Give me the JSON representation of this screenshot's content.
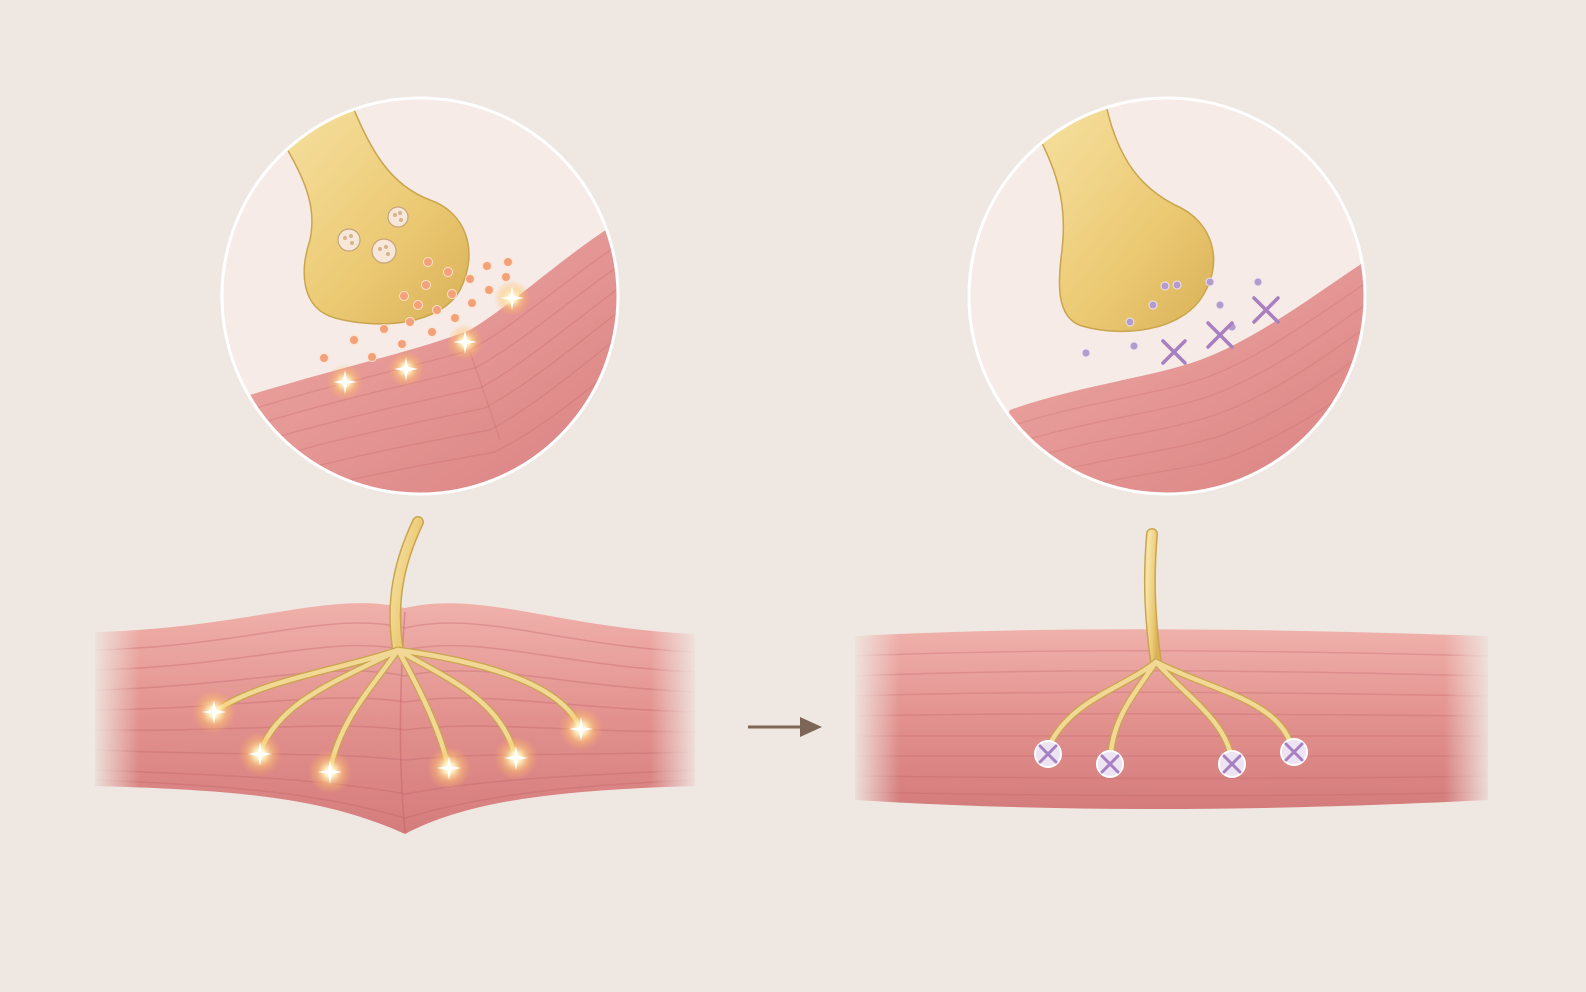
{
  "colors": {
    "background": "#efe8e2",
    "muscle": "#e59a96",
    "muscle_dark": "#c8686a",
    "muscle_light": "#f2b9b3",
    "nerve": "#efd48a",
    "nerve_dark": "#c9a54e",
    "inset_fill": "#f6ebe6",
    "inset_border": "#ffffff",
    "glow": "#ffd27a",
    "neurotransmitter_active": "#f3a178",
    "neurotransmitter_blocked": "#b39bcc",
    "block_mark": "#a87fc0",
    "arrow": "#7b6657"
  },
  "panels": [
    {
      "state": "active",
      "muscle_shape": "contracted",
      "terminal_count": 6,
      "terminal_icon": "spark-icon",
      "inset": {
        "vesicles": 3,
        "neurotransmitters": "abundant",
        "receptor_icon": "spark-icon"
      }
    },
    {
      "state": "blocked",
      "muscle_shape": "relaxed",
      "terminal_count": 4,
      "terminal_icon": "x-mark-icon",
      "inset": {
        "vesicles": 0,
        "neurotransmitters": "sparse",
        "receptor_icon": "x-mark-icon"
      }
    }
  ],
  "transition_icon": "arrow-right-icon"
}
